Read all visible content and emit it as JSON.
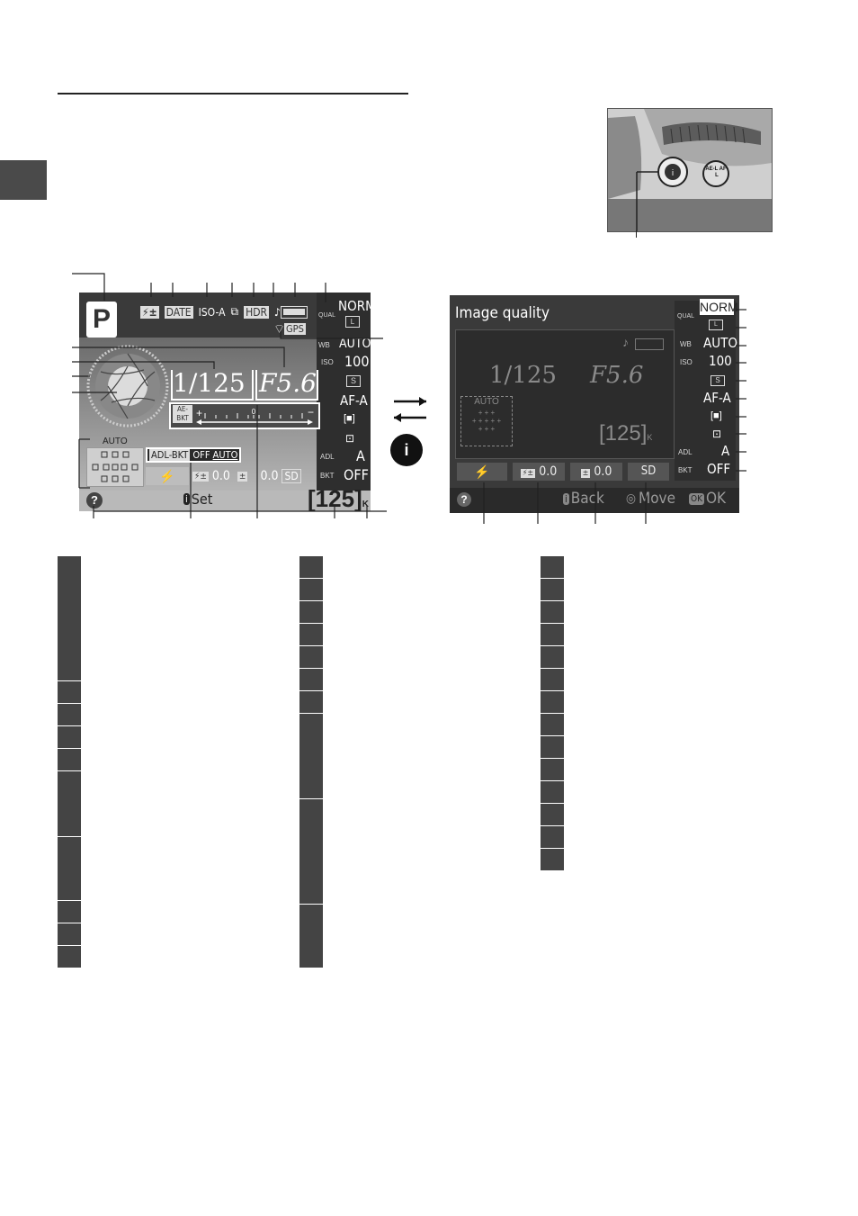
{
  "left_screen": {
    "mode": "P",
    "top_icons": [
      "⚡±",
      "DATE",
      "ISO-A",
      "⧉",
      "HDR",
      "♪"
    ],
    "gps": "GPS",
    "qual_label": "QUAL",
    "qual_value": "NORM",
    "size_value": "L",
    "wb_label": "WB",
    "wb_value": "AUTO",
    "iso_label": "ISO",
    "iso_value": "100",
    "release_value": "S",
    "af_value": "AF-A",
    "area_value": "[■]",
    "meter_value": "⊡",
    "adl_label": "ADL",
    "adl_value": "A",
    "bkt_label": "BKT",
    "bkt_value": "OFF",
    "shutter": "1/125",
    "aperture": "F5.6",
    "ae_bkt": "AE-BKT",
    "auto_label": "AUTO",
    "adl_bkt": "ADL-BKT",
    "adl_bkt_off": "OFF",
    "adl_bkt_auto": "AUTO",
    "flash_comp_value": "0.0",
    "exp_comp_value": "0.0",
    "picture_control": "SD",
    "help": "?",
    "set_label": "Set",
    "exposures_remaining": "125",
    "k_label": "K"
  },
  "right_screen": {
    "title": "Image quality",
    "qual_label": "QUAL",
    "qual_value": "NORM",
    "size_value": "L",
    "wb_label": "WB",
    "wb_value": "AUTO",
    "iso_label": "ISO",
    "iso_value": "100",
    "release_value": "S",
    "af_value": "AF-A",
    "area_value": "[■]",
    "meter_value": "⊡",
    "adl_label": "ADL",
    "adl_value": "A",
    "bkt_label": "BKT",
    "bkt_value": "OFF",
    "shutter": "1/125",
    "aperture": "F5.6",
    "auto_label": "AUTO",
    "exposures_remaining": "125",
    "k_label": "K",
    "flash_comp_value": "0.0",
    "exp_comp_value": "0.0",
    "picture_control": "SD",
    "help": "?",
    "back_label": "Back",
    "move_label": "Move",
    "ok_badge": "OK",
    "ok_label": "OK"
  },
  "photo": {
    "ael_label": "AE-L AF-L"
  },
  "colors": {
    "screen_bg": "#3a3a3a",
    "tab_gray": "#444444"
  }
}
